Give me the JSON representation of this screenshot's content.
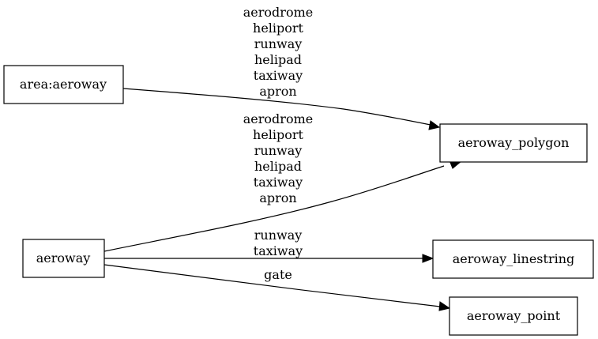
{
  "nodes": {
    "area_aeroway": {
      "label": "area:aeroway"
    },
    "aeroway": {
      "label": "aeroway"
    },
    "aeroway_polygon": {
      "label": "aeroway_polygon"
    },
    "aeroway_linestring": {
      "label": "aeroway_linestring"
    },
    "aeroway_point": {
      "label": "aeroway_point"
    }
  },
  "edges": {
    "area_to_polygon": {
      "from": "area:aeroway",
      "to": "aeroway_polygon",
      "values": [
        "aerodrome",
        "heliport",
        "runway",
        "helipad",
        "taxiway",
        "apron"
      ]
    },
    "aeroway_to_polygon": {
      "from": "aeroway",
      "to": "aeroway_polygon",
      "values": [
        "aerodrome",
        "heliport",
        "runway",
        "helipad",
        "taxiway",
        "apron"
      ]
    },
    "aeroway_to_linestring": {
      "from": "aeroway",
      "to": "aeroway_linestring",
      "values": [
        "runway",
        "taxiway"
      ]
    },
    "aeroway_to_point": {
      "from": "aeroway",
      "to": "aeroway_point",
      "values": [
        "gate"
      ]
    }
  }
}
